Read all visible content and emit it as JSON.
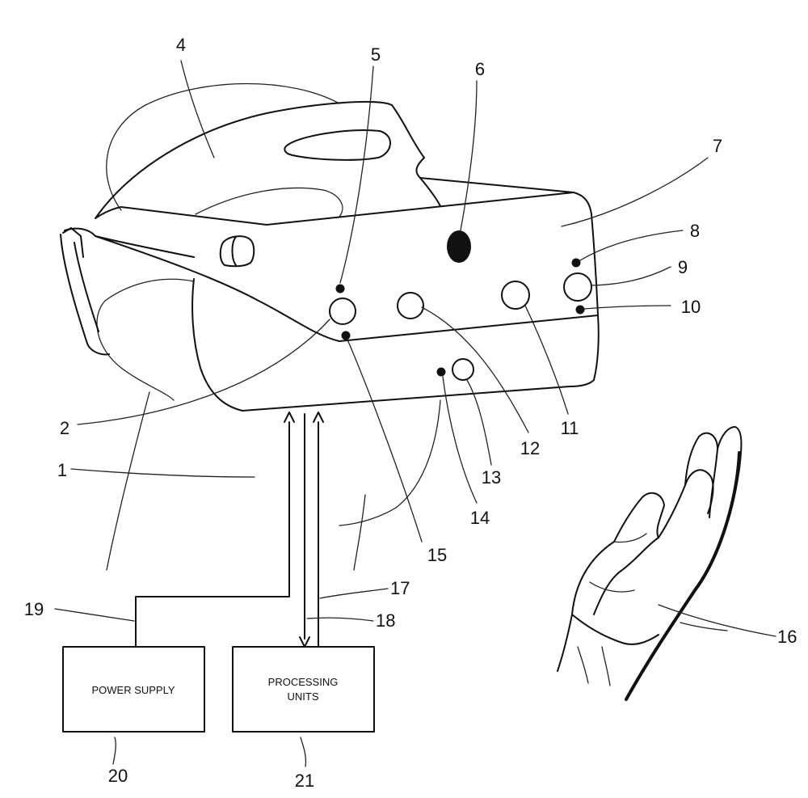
{
  "reference_numerals": {
    "r1": "1",
    "r2": "2",
    "r4": "4",
    "r5": "5",
    "r6": "6",
    "r7": "7",
    "r8": "8",
    "r9": "9",
    "r10": "10",
    "r11": "11",
    "r12": "12",
    "r13": "13",
    "r14": "14",
    "r15": "15",
    "r16": "16",
    "r17": "17",
    "r18": "18",
    "r19": "19",
    "r20": "20",
    "r21": "21"
  },
  "boxes": {
    "power_supply": "POWER SUPPLY",
    "processing_units_line1": "PROCESSING",
    "processing_units_line2": "UNITS"
  },
  "colors": {
    "ink": "#111111",
    "paper": "#ffffff"
  }
}
